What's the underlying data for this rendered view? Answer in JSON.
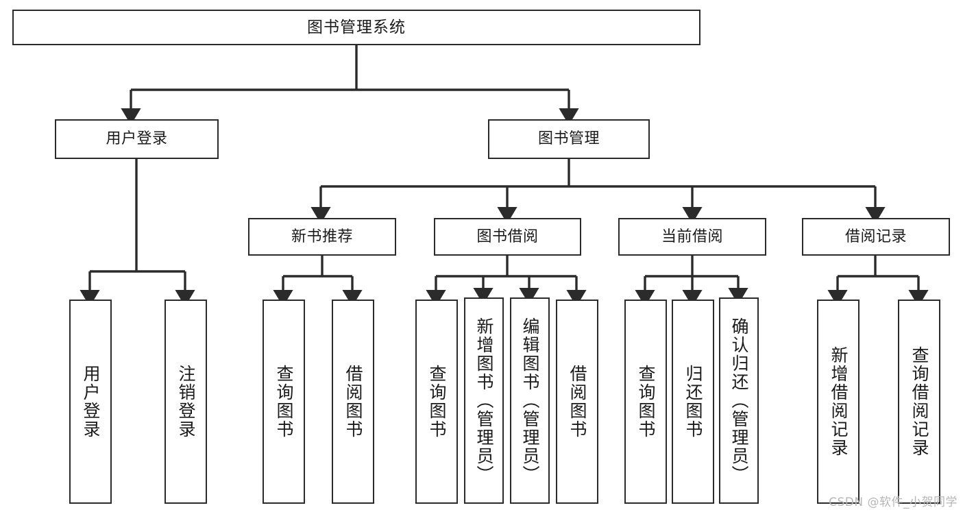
{
  "diagram": {
    "title_node": {
      "label": "图书管理系统"
    },
    "level2": [
      {
        "id": "user-login",
        "label": "用户登录"
      },
      {
        "id": "book-manage",
        "label": "图书管理"
      }
    ],
    "level3": [
      {
        "id": "new-book-rec",
        "label": "新书推荐"
      },
      {
        "id": "book-borrow",
        "label": "图书借阅"
      },
      {
        "id": "current-borrow",
        "label": "当前借阅"
      },
      {
        "id": "borrow-record",
        "label": "借阅记录"
      }
    ],
    "leaves": [
      {
        "id": "leaf-user-login",
        "label": "用户登录"
      },
      {
        "id": "leaf-logout-login",
        "label": "注销登录"
      },
      {
        "id": "leaf-query-book-1",
        "label": "查询图书"
      },
      {
        "id": "leaf-borrow-book-1",
        "label": "借阅图书"
      },
      {
        "id": "leaf-query-book-2",
        "label": "查询图书"
      },
      {
        "id": "leaf-add-book",
        "label": "新增图书（管理员）"
      },
      {
        "id": "leaf-edit-book",
        "label": "编辑图书（管理员）"
      },
      {
        "id": "leaf-borrow-book-2",
        "label": "借阅图书"
      },
      {
        "id": "leaf-query-book-3",
        "label": "查询图书"
      },
      {
        "id": "leaf-return-book",
        "label": "归还图书"
      },
      {
        "id": "leaf-confirm-return",
        "label": "确认归还（管理员）"
      },
      {
        "id": "leaf-add-record",
        "label": "新增借阅记录"
      },
      {
        "id": "leaf-query-record",
        "label": "查询借阅记录"
      }
    ]
  },
  "watermark": {
    "text": "CSDN @软件_小贺同学"
  },
  "colors": {
    "stroke": "#2b2b2b",
    "background": "#ffffff",
    "text": "#1a1a1a",
    "watermark": "#b6b6b6"
  }
}
